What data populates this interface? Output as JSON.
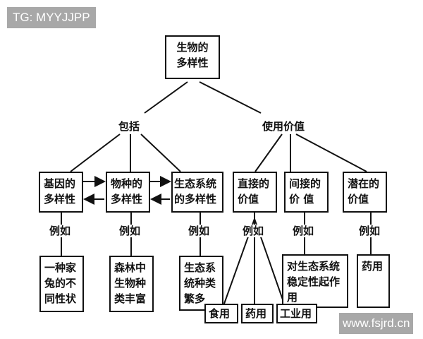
{
  "watermarks": {
    "top_left": "TG: MYYJJPP",
    "bottom_right": "www.fsjrd.cn"
  },
  "root": "生物的\n多样性",
  "branches": {
    "includes": "包括",
    "use_value": "使用价值"
  },
  "level1": [
    {
      "label": "基因的\n多样性",
      "example_label": "例如",
      "example": "一种家\n兔的不\n同性状"
    },
    {
      "label": "物种的\n多样性",
      "example_label": "例如",
      "example": "森林中\n生物种\n类丰富"
    },
    {
      "label": "生态系统\n的多样性",
      "example_label": "例如",
      "example": "生态系\n统种类\n繁多"
    },
    {
      "label": "直接的\n价值",
      "example_label": "例如",
      "examples": [
        "食用",
        "药用",
        "工业用"
      ]
    },
    {
      "label": "间接的\n价 值",
      "example_label": "例如",
      "example": "对生态系统\n稳定性起作\n用"
    },
    {
      "label": "潜在的\n价值",
      "example_label": "例如",
      "example": "药用"
    }
  ]
}
